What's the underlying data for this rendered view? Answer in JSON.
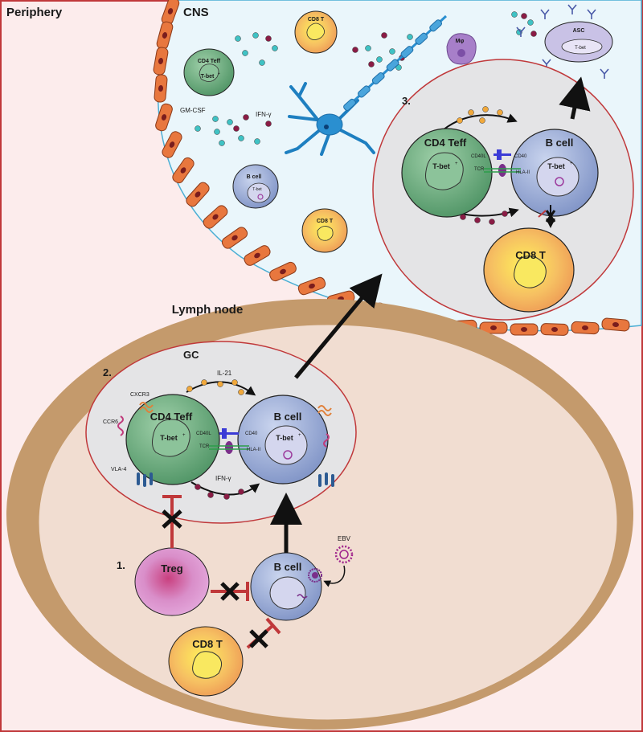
{
  "regions": {
    "periphery": "Periphery",
    "cns": "CNS",
    "lymph_node": "Lymph node",
    "gc": "GC"
  },
  "steps": {
    "one": "1.",
    "two": "2.",
    "three": "3."
  },
  "cells": {
    "cd4_teff": "CD4 Teff",
    "b_cell": "B cell",
    "cd8_t": "CD8 T",
    "treg": "Treg",
    "asc": "ASC",
    "macrophage": "Mφ",
    "tbet": "T-bet",
    "tbet_sup": "+"
  },
  "molecules": {
    "cxcr3": "CXCR3",
    "ccr6": "CCR6",
    "vla4": "VLA-4",
    "il21": "IL-21",
    "ifng": "IFN-γ",
    "gmcsf": "GM-CSF",
    "cd40l": "CD40L",
    "cd40": "CD40",
    "tcr": "TCR",
    "hla2": "HLA-II",
    "ebv": "EBV"
  },
  "colors": {
    "periphery_bg": "#fcecec",
    "cns_bg": "#eaf6fb",
    "cns_border": "#4aaed4",
    "endothelium": "#e8773e",
    "lymph_capsule": "#c49a6c",
    "lymph_inner": "#f1ddd1",
    "gc_border": "#c0383a",
    "cd4_teff": "#6aab7d",
    "b_cell": "#9fb0d6",
    "cd8_t": "#f3a95c",
    "treg": "#d79ad0",
    "asc": "#c9c2e6",
    "il21_dot": "#f0a83c",
    "ifng_dot": "#8a1c45",
    "gmcsf_dot": "#3fc2c4",
    "inhibit": "#c0383a"
  },
  "icons": [
    "neuron-icon",
    "myelinated-axon-icon",
    "antibody-icon",
    "ebv-virus-icon",
    "inhibition-cross-icon"
  ]
}
